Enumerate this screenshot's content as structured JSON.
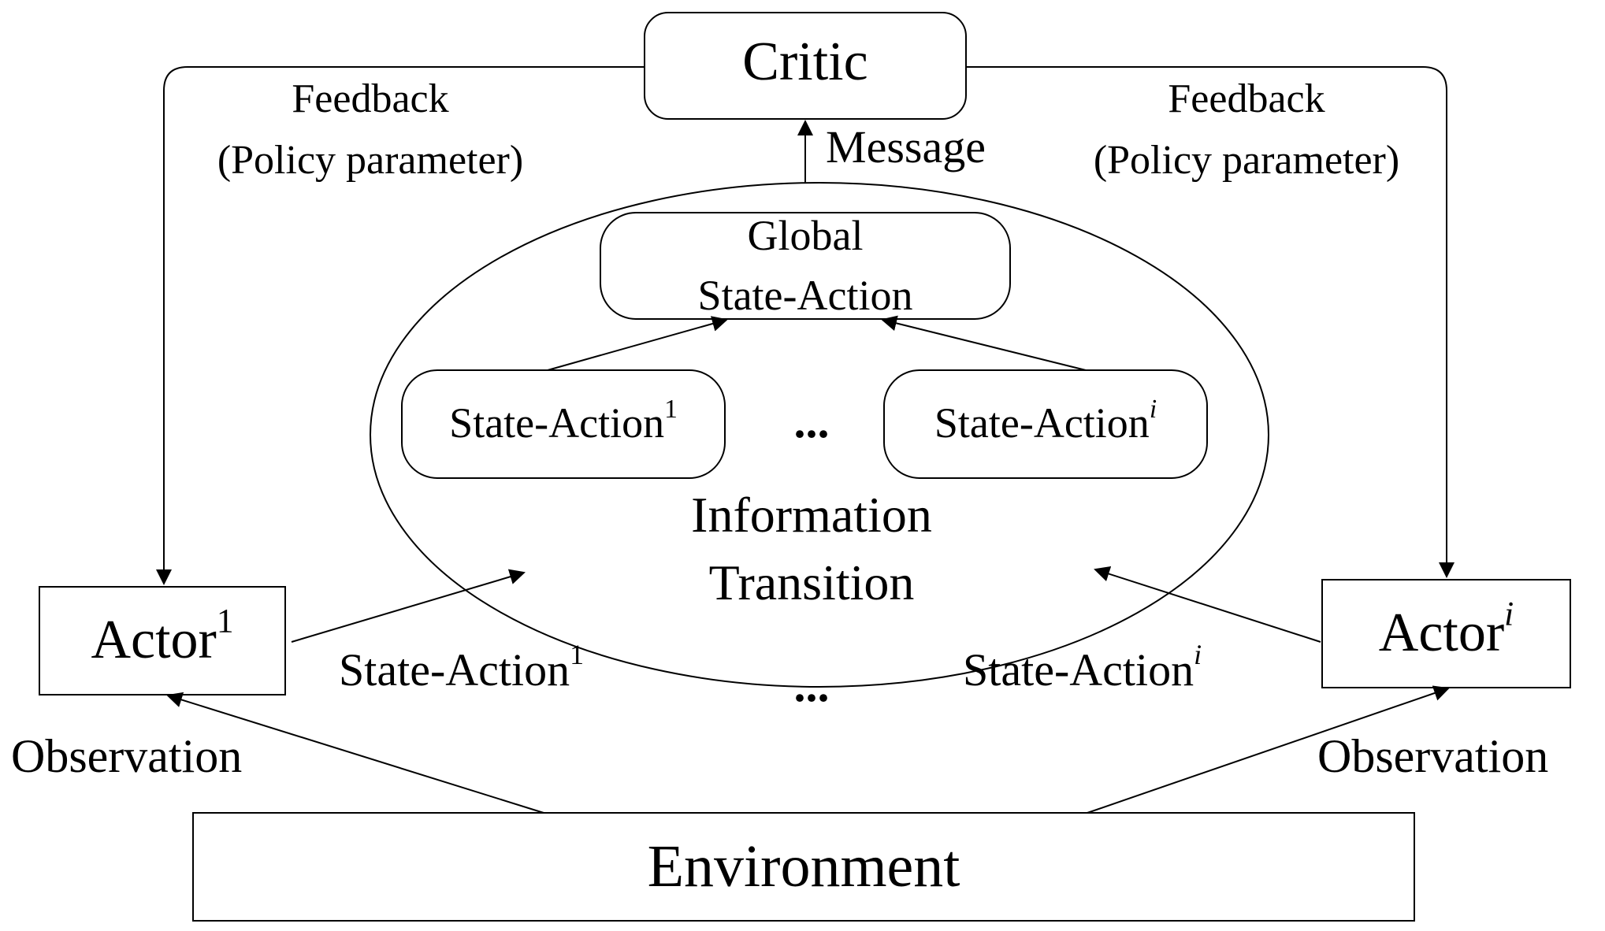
{
  "critic": {
    "label": "Critic"
  },
  "feedback_left": {
    "line1": "Feedback",
    "line2": "(Policy parameter)"
  },
  "feedback_right": {
    "line1": "Feedback",
    "line2": "(Policy parameter)"
  },
  "message": {
    "label": "Message"
  },
  "global": {
    "line1": "Global",
    "line2": "State-Action"
  },
  "inner_sa_1": {
    "base": "State-Action",
    "sup": "1"
  },
  "inner_sa_i": {
    "base": "State-Action",
    "sup": "i"
  },
  "inner_ellipsis": "...",
  "info": {
    "line1": "Information",
    "line2": "Transition"
  },
  "actor_1": {
    "base": "Actor",
    "sup": "1"
  },
  "actor_i": {
    "base": "Actor",
    "sup": "i"
  },
  "outer_sa_1": {
    "base": "State-Action",
    "sup": "1"
  },
  "outer_sa_i": {
    "base": "State-Action",
    "sup": "i"
  },
  "outer_ellipsis": "...",
  "observation_left": "Observation",
  "observation_right": "Observation",
  "environment": "Environment",
  "colors": {
    "stroke": "#000000",
    "text": "#000000",
    "background": "#ffffff"
  }
}
